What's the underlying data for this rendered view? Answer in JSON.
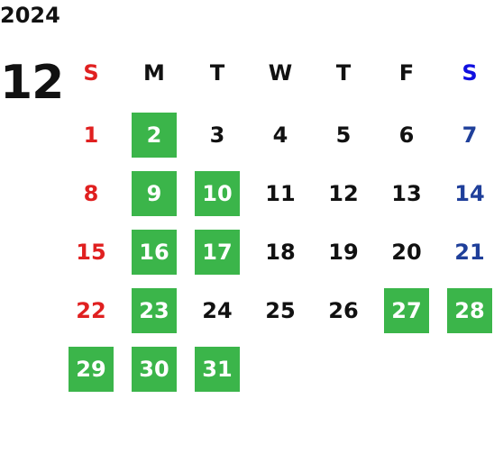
{
  "calendar": {
    "year": "2024",
    "month": "12",
    "colors": {
      "sunday": "#e02020",
      "saturday_header": "#1010e0",
      "saturday": "#1f3f9a",
      "weekday": "#111111",
      "highlight_bg": "#3bb54a",
      "highlight_text": "#ffffff"
    },
    "weekdays": [
      {
        "label": "S",
        "type": "sunday"
      },
      {
        "label": "M",
        "type": "weekday"
      },
      {
        "label": "T",
        "type": "weekday"
      },
      {
        "label": "W",
        "type": "weekday"
      },
      {
        "label": "T",
        "type": "weekday"
      },
      {
        "label": "F",
        "type": "weekday"
      },
      {
        "label": "S",
        "type": "saturday"
      }
    ],
    "first_day_column": 0,
    "days": [
      {
        "day": "1",
        "highlighted": false
      },
      {
        "day": "2",
        "highlighted": true
      },
      {
        "day": "3",
        "highlighted": false
      },
      {
        "day": "4",
        "highlighted": false
      },
      {
        "day": "5",
        "highlighted": false
      },
      {
        "day": "6",
        "highlighted": false
      },
      {
        "day": "7",
        "highlighted": false
      },
      {
        "day": "8",
        "highlighted": false
      },
      {
        "day": "9",
        "highlighted": true
      },
      {
        "day": "10",
        "highlighted": true
      },
      {
        "day": "11",
        "highlighted": false
      },
      {
        "day": "12",
        "highlighted": false
      },
      {
        "day": "13",
        "highlighted": false
      },
      {
        "day": "14",
        "highlighted": false
      },
      {
        "day": "15",
        "highlighted": false
      },
      {
        "day": "16",
        "highlighted": true
      },
      {
        "day": "17",
        "highlighted": true
      },
      {
        "day": "18",
        "highlighted": false
      },
      {
        "day": "19",
        "highlighted": false
      },
      {
        "day": "20",
        "highlighted": false
      },
      {
        "day": "21",
        "highlighted": false
      },
      {
        "day": "22",
        "highlighted": false
      },
      {
        "day": "23",
        "highlighted": true
      },
      {
        "day": "24",
        "highlighted": false
      },
      {
        "day": "25",
        "highlighted": false
      },
      {
        "day": "26",
        "highlighted": false
      },
      {
        "day": "27",
        "highlighted": true
      },
      {
        "day": "28",
        "highlighted": true
      },
      {
        "day": "29",
        "highlighted": true
      },
      {
        "day": "30",
        "highlighted": true
      },
      {
        "day": "31",
        "highlighted": true
      }
    ]
  }
}
